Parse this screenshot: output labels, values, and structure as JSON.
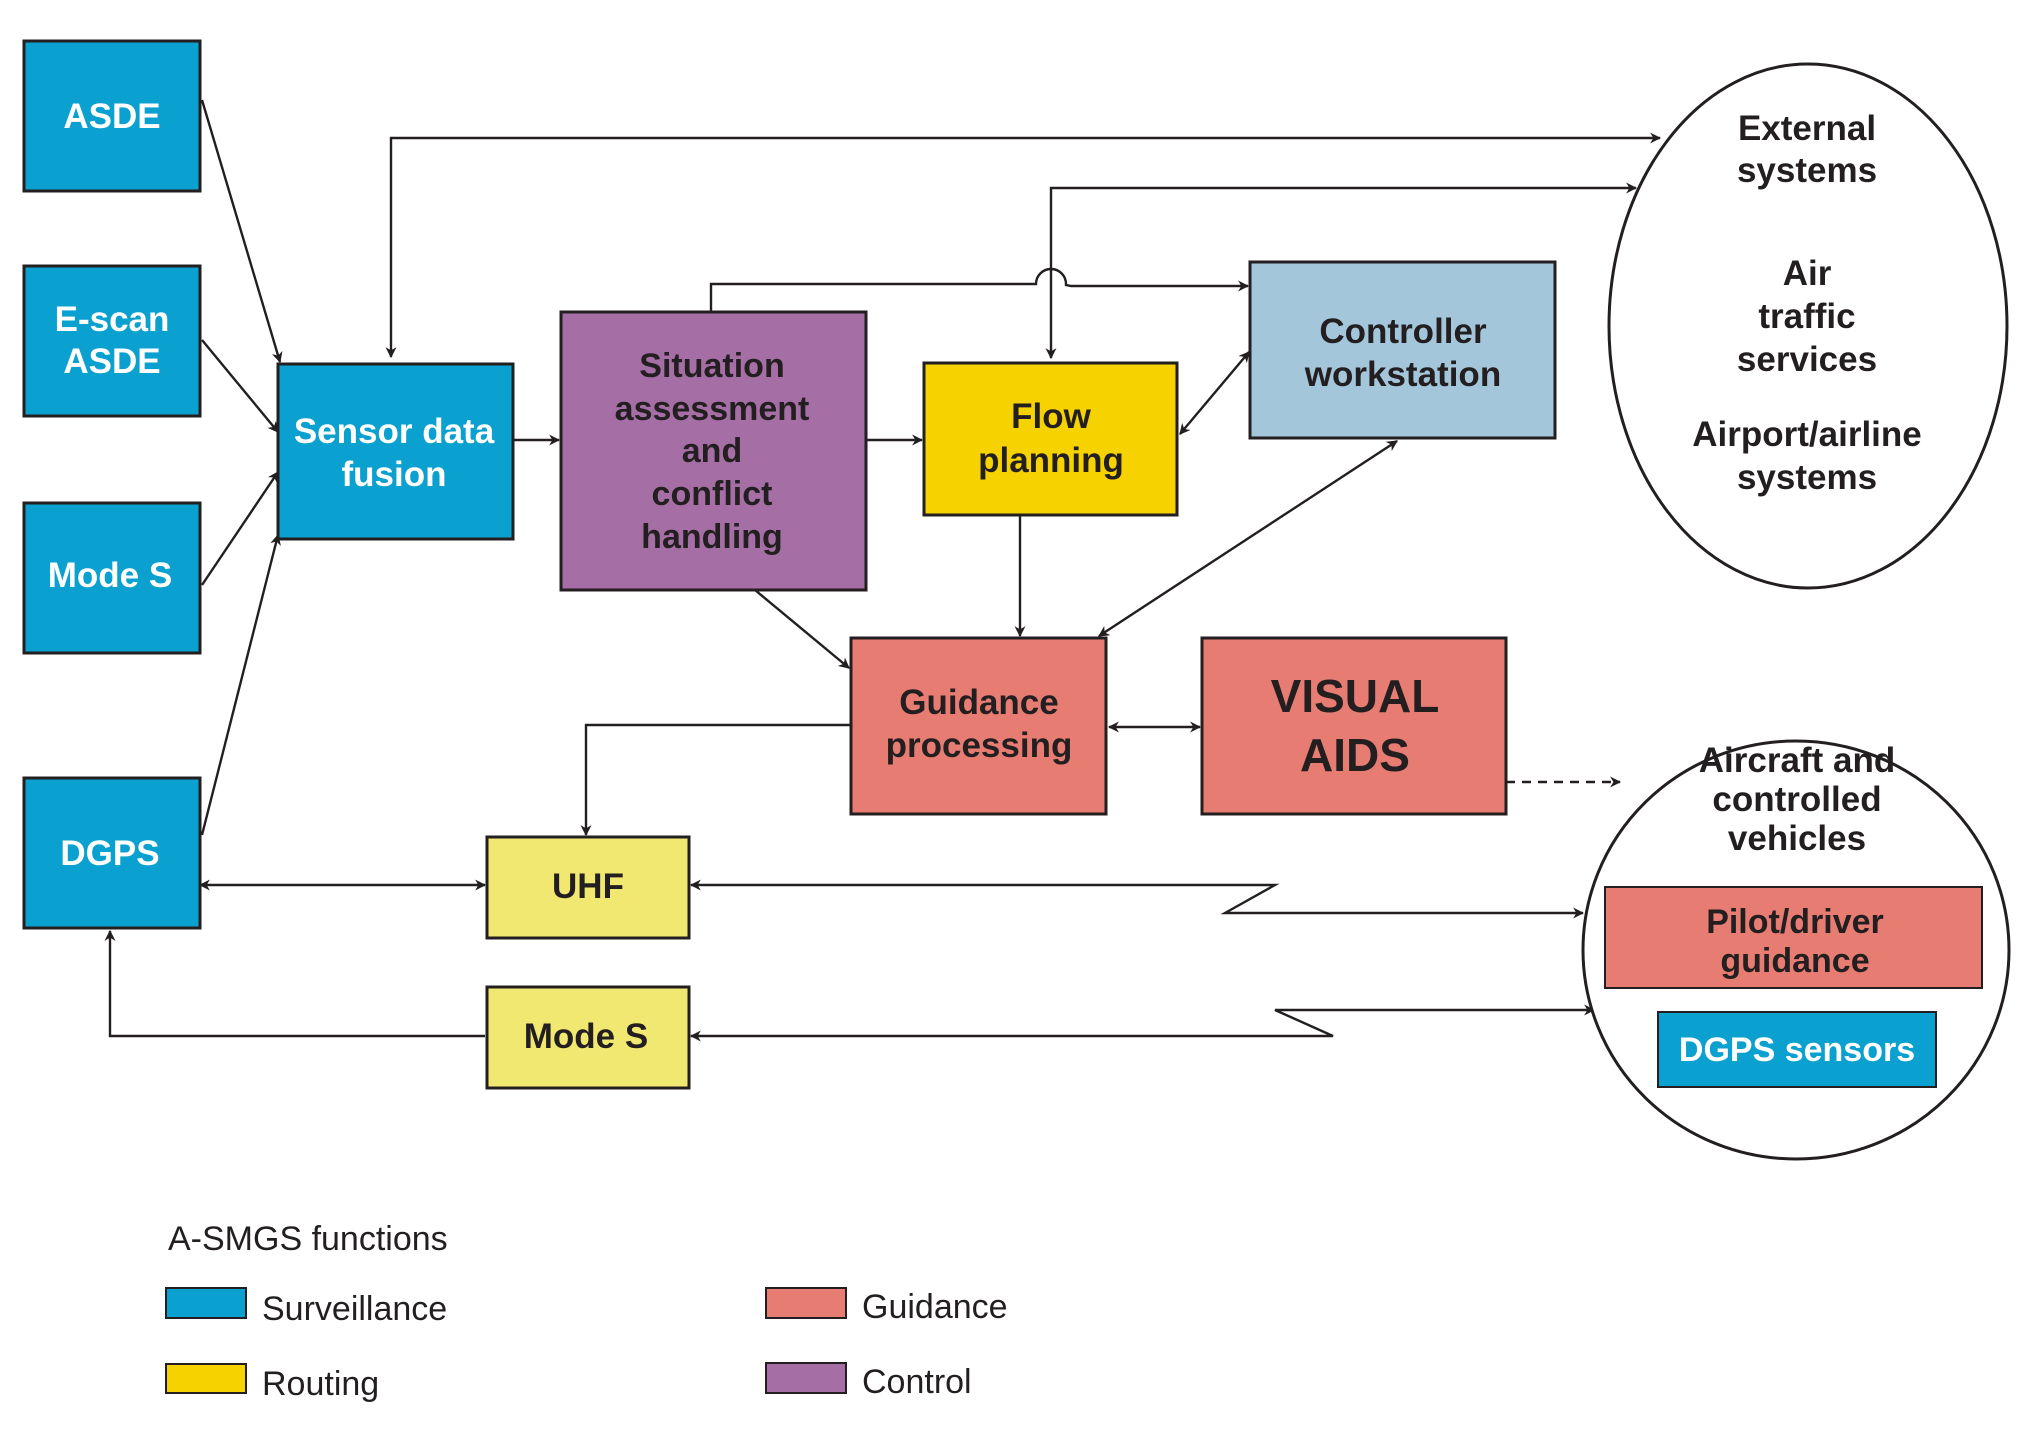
{
  "colors": {
    "surveillance": "#0aa0cf",
    "routing": "#f5d200",
    "routing_light": "#f0e870",
    "guidance": "#e77c72",
    "control": "#a56ea5",
    "controller": "#a4c6db",
    "line": "#231f20"
  },
  "boxes": {
    "asde": "ASDE",
    "escan_1": "E-scan",
    "escan_2": "ASDE",
    "modes_left": "Mode S",
    "dgps": "DGPS",
    "fusion_1": "Sensor data",
    "fusion_2": "fusion",
    "sit_1": "Situation",
    "sit_2": "assessment",
    "sit_3": "and",
    "sit_4": "conflict",
    "sit_5": "handling",
    "flow_1": "Flow",
    "flow_2": "planning",
    "ctrl_1": "Controller",
    "ctrl_2": "workstation",
    "guid_1": "Guidance",
    "guid_2": "processing",
    "visual_1": "VISUAL",
    "visual_2": "AIDS",
    "uhf": "UHF",
    "modes_bottom": "Mode S"
  },
  "ellipse_top": {
    "ext_1": "External",
    "ext_2": "systems",
    "ats_1": "Air",
    "ats_2": "traffic",
    "ats_3": "services",
    "air_1": "Airport/airline",
    "air_2": "systems"
  },
  "ellipse_bottom": {
    "title_1": "Aircraft and",
    "title_2": "controlled",
    "title_3": "vehicles",
    "pilot_1": "Pilot/driver",
    "pilot_2": "guidance",
    "dgps_sensors": "DGPS sensors"
  },
  "legend": {
    "title": "A-SMGS functions",
    "items": [
      "Surveillance",
      "Guidance",
      "Routing",
      "Control"
    ]
  }
}
